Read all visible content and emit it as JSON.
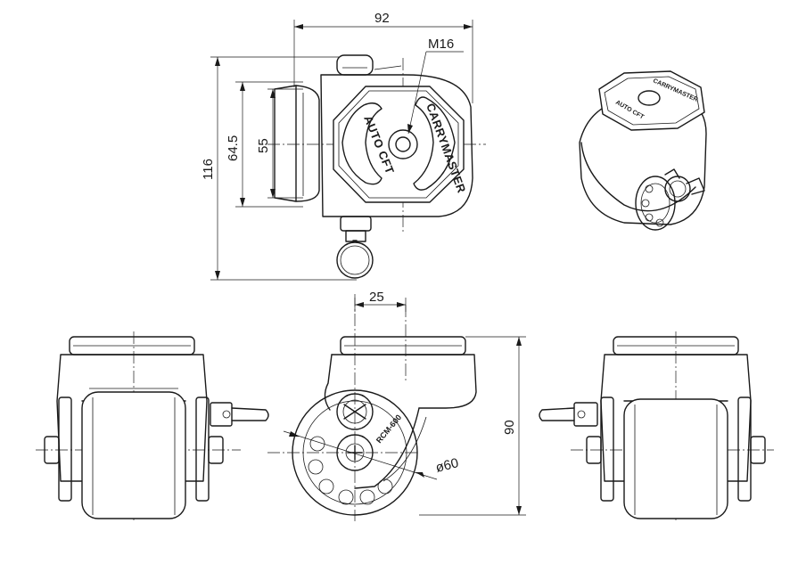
{
  "dimensions": {
    "width_top": "92",
    "height_total": "116",
    "plate_outer": "64.5",
    "plate_inner": "55",
    "thread": "M16",
    "offset": "25",
    "height_side": "90",
    "wheel_diameter": "ø60"
  },
  "markings": {
    "brand": "CARRYMASTER",
    "lock": "AUTO CFT",
    "model": "RCM-600"
  }
}
